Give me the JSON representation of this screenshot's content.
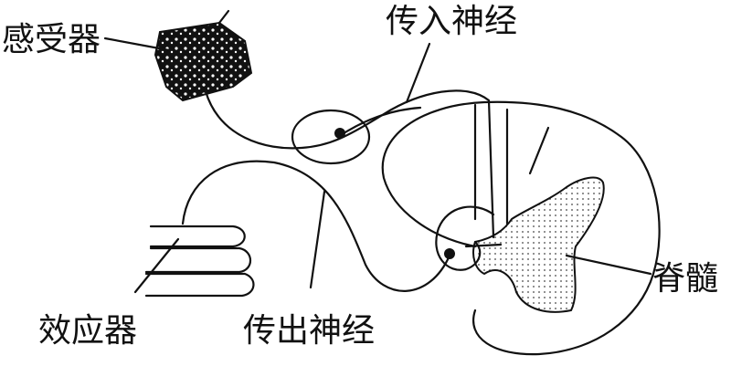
{
  "labels": {
    "receptor": "感受器",
    "afferent_nerve": "传入神经",
    "effector": "效应器",
    "efferent_nerve": "传出神经",
    "spinal_cord": "脊髓"
  }
}
